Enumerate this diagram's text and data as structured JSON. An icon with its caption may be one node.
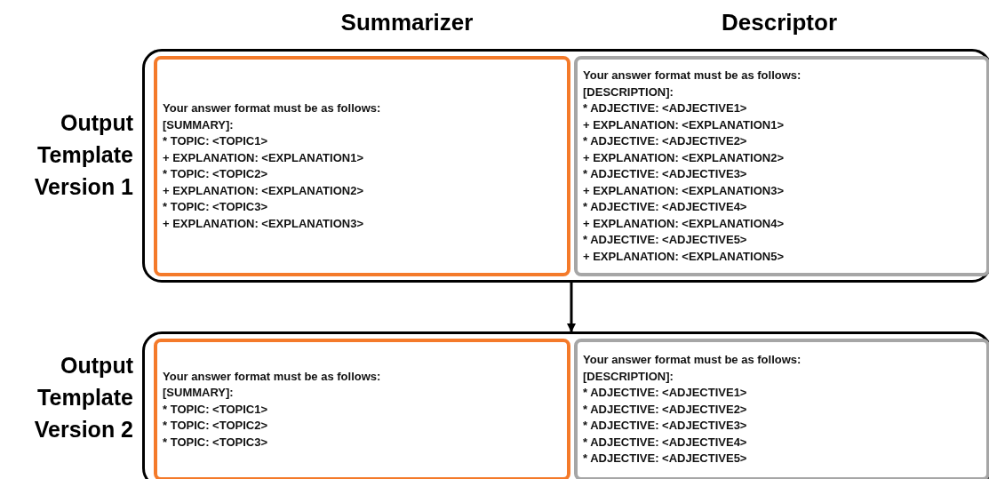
{
  "diagram": {
    "nodes": [
      {
        "text": [
          "Output Template Version 1"
        ]
      },
      {
        "text": [
          "Your answer format must be as follows:",
          "[SUMMARY]:",
          "* TOPIC: <TOPIC1>",
          "+ EXPLANATION: <EXPLANATION1>",
          "* TOPIC: <TOPIC2>",
          "+ EXPLANATION: <EXPLANATION2>",
          "* TOPIC: <TOPIC3>",
          "+ EXPLANATION: <EXPLANATION3>"
        ],
        "in": 0
      },
      {
        "text": [
          "Your answer format must be as follows:",
          "[DESCRIPTION]:",
          "* ADJECTIVE: <ADJECTIVE1>",
          "+ EXPLANATION: <EXPLANATION1>",
          "* ADJECTIVE: <ADJECTIVE2>",
          "+ EXPLANATION: <EXPLANATION2>",
          "* ADJECTIVE: <ADJECTIVE3>",
          "+ EXPLANATION: <EXPLANATION3>",
          "* ADJECTIVE: <ADJECTIVE4>",
          "+ EXPLANATION: <EXPLANATION4>",
          "* ADJECTIVE: <ADJECTIVE5>",
          "+ EXPLANATION: <EXPLANATION5>"
        ],
        "in": 0
      },
      {
        "text": [
          "Output Template Version 2"
        ]
      },
      {
        "text": [
          "Your answer format must be as follows:",
          "[SUMMARY]:",
          "* TOPIC: <TOPIC1>",
          "* TOPIC: <TOPIC2>",
          "* TOPIC: <TOPIC3>"
        ],
        "in": 3
      },
      {
        "text": [
          "Your answer format must be as follows:",
          "[DESCRIPTION]:",
          "* ADJECTIVE: <ADJECTIVE1>",
          "* ADJECTIVE: <ADJECTIVE2>",
          "* ADJECTIVE: <ADJECTIVE3>",
          "* ADJECTIVE: <ADJECTIVE4>",
          "* ADJECTIVE: <ADJECTIVE5>"
        ],
        "in": 3
      }
    ],
    "edges": [
      {
        "from": 0,
        "to": 3,
        "arrow": "to"
      }
    ],
    "labels": [
      "Summarizer",
      "Descriptor"
    ]
  }
}
